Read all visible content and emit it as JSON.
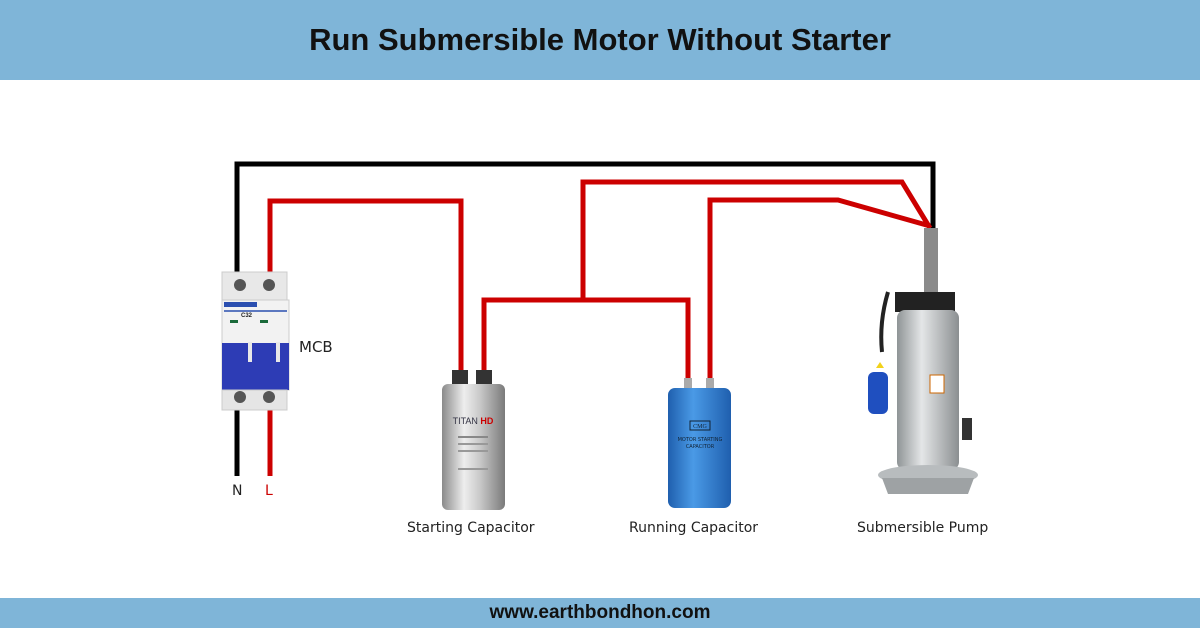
{
  "title": "Run Submersible Motor Without Starter",
  "footer": {
    "website": "www.earthbondhon.com"
  },
  "components": {
    "mcb": {
      "label": "MCB",
      "rating": "C32",
      "neutral": "N",
      "live": "L"
    },
    "starting_capacitor": {
      "label": "Starting Capacitor",
      "brand": "TITAN HD"
    },
    "running_capacitor": {
      "label": "Running Capacitor",
      "brand": "CMG",
      "text": "MOTOR STARTING CAPACITOR"
    },
    "pump": {
      "label": "Submersible Pump"
    }
  },
  "colors": {
    "header_bg": "#7fb5d8",
    "live_wire": "#cc0000",
    "neutral_wire": "#000000",
    "running_cap": "#2f7fd0"
  }
}
